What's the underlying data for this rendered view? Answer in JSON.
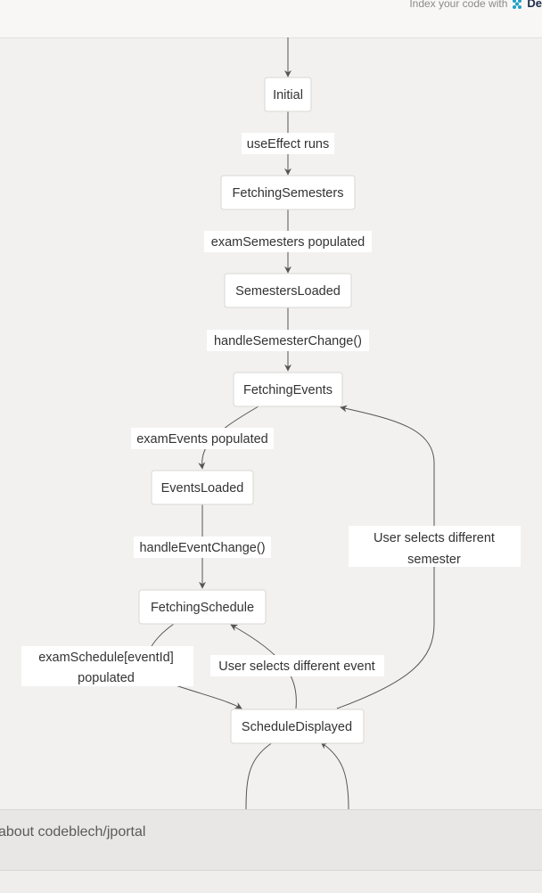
{
  "header": {
    "promo_text": "Index your code with",
    "brand_name": "De"
  },
  "diagram": {
    "nodes": [
      {
        "id": "initial",
        "label": "Initial"
      },
      {
        "id": "fetching_semesters",
        "label": "FetchingSemesters"
      },
      {
        "id": "semesters_loaded",
        "label": "SemestersLoaded"
      },
      {
        "id": "fetching_events",
        "label": "FetchingEvents"
      },
      {
        "id": "events_loaded",
        "label": "EventsLoaded"
      },
      {
        "id": "fetching_schedule",
        "label": "FetchingSchedule"
      },
      {
        "id": "schedule_displayed",
        "label": "ScheduleDisplayed"
      }
    ],
    "edges": [
      {
        "from": "start",
        "to": "initial",
        "label": ""
      },
      {
        "from": "initial",
        "to": "fetching_semesters",
        "label": "useEffect runs"
      },
      {
        "from": "fetching_semesters",
        "to": "semesters_loaded",
        "label": "examSemesters populated"
      },
      {
        "from": "semesters_loaded",
        "to": "fetching_events",
        "label": "handleSemesterChange()"
      },
      {
        "from": "fetching_events",
        "to": "events_loaded",
        "label": "examEvents populated"
      },
      {
        "from": "events_loaded",
        "to": "fetching_schedule",
        "label": "handleEventChange()"
      },
      {
        "from": "fetching_schedule",
        "to": "schedule_displayed",
        "label_lines": [
          "examSchedule[eventId]",
          "populated"
        ]
      },
      {
        "from": "schedule_displayed",
        "to": "fetching_schedule",
        "label": "User selects different event"
      },
      {
        "from": "schedule_displayed",
        "to": "fetching_events",
        "label_lines": [
          "User selects different",
          "semester"
        ]
      },
      {
        "from": "schedule_displayed",
        "to": "schedule_displayed",
        "label": ""
      }
    ]
  },
  "bottom_bar": {
    "ask_text": "about codeblech/jportal"
  },
  "colors": {
    "background": "#f2f1ef",
    "node_fill": "#ffffff",
    "node_border": "#d9d7d3",
    "edge_stroke": "#555555",
    "brand_icon": "#1e9fc9"
  }
}
